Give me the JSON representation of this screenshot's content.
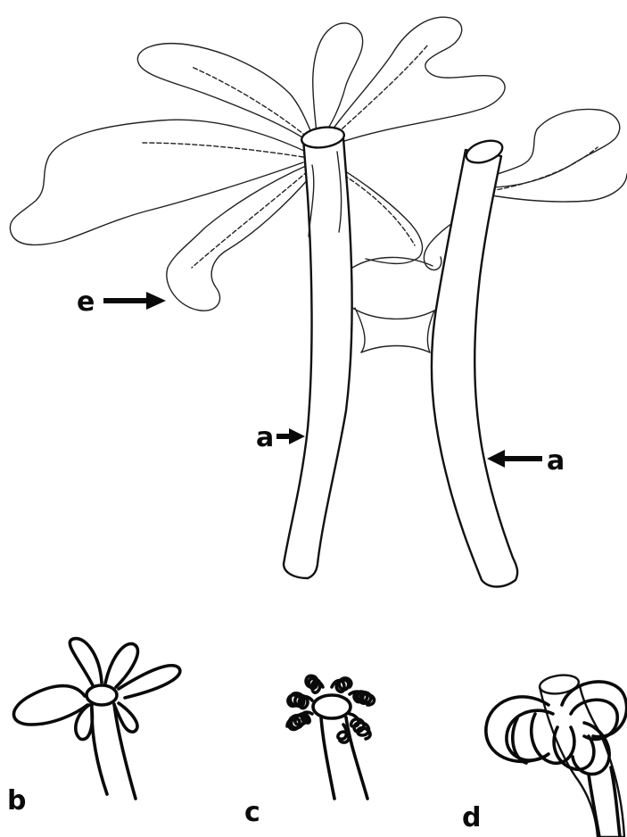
{
  "figure": {
    "labels": {
      "e": "e",
      "a_left": "a",
      "a_right": "a",
      "b": "b",
      "c": "c",
      "d": "d"
    }
  }
}
